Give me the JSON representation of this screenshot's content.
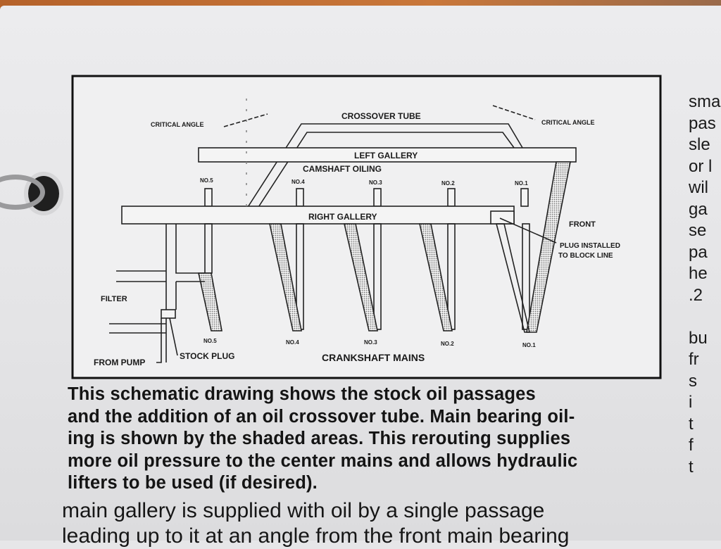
{
  "diagram": {
    "labels": {
      "critical_angle_left": "CRITICAL ANGLE",
      "crossover_tube": "CROSSOVER TUBE",
      "critical_angle_right": "CRITICAL ANGLE",
      "left_gallery": "LEFT GALLERY",
      "camshaft_oiling": "CAMSHAFT OILING",
      "right_gallery": "RIGHT GALLERY",
      "front": "FRONT",
      "plug_line1": "PLUG INSTALLED",
      "plug_line2": "TO BLOCK LINE",
      "filter": "FILTER",
      "stock_plug": "STOCK PLUG",
      "from_pump": "FROM PUMP",
      "crankshaft_mains": "CRANKSHAFT MAINS"
    },
    "cam_numbers": [
      "NO.5",
      "NO.4",
      "NO.3",
      "NO.2",
      "NO.1"
    ],
    "main_numbers": [
      "NO.5",
      "NO.4",
      "NO.3",
      "NO.2",
      "NO.1"
    ]
  },
  "caption": [
    "This schematic drawing shows the stock oil passages",
    "and the addition of an oil crossover tube.  Main bearing oil-",
    "ing is shown by the shaded areas.  This rerouting supplies",
    "more oil pressure to the center mains and allows hydraulic",
    "lifters to be used (if desired)."
  ],
  "body_text": [
    "main gallery is supplied with oil by a single passage",
    "leading up to it at an angle from the front main bearing"
  ],
  "right_column": [
    "sma",
    "pas",
    "sle",
    "or l",
    "wil",
    "ga",
    "se",
    "pa",
    "he",
    ".2",
    "",
    "bu",
    "fr",
    "s",
    "i",
    "t",
    "f",
    "t"
  ]
}
